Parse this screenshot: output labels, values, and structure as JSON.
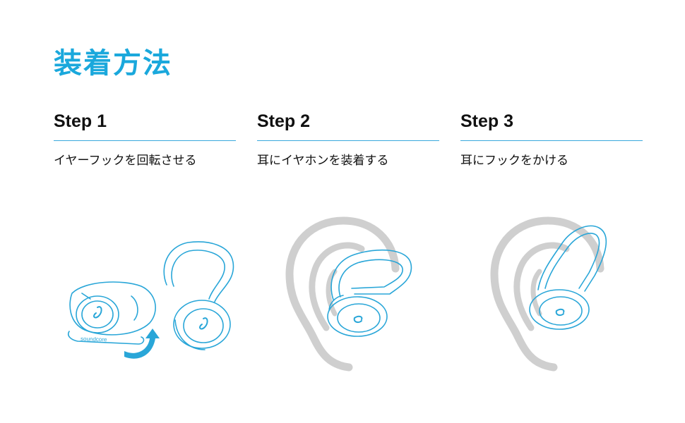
{
  "title": "装着方法",
  "steps": [
    {
      "heading": "Step 1",
      "description": "イヤーフックを回転させる"
    },
    {
      "heading": "Step 2",
      "description": "耳にイヤホンを装着する"
    },
    {
      "heading": "Step 3",
      "description": "耳にフックをかける"
    }
  ],
  "illustration": {
    "brand_text": "soundcore",
    "earbud_glyph": "ᓀ"
  },
  "colors": {
    "accent": "#1aa8dc",
    "line": "#29a6d8",
    "ear": "#cfcfcf"
  }
}
